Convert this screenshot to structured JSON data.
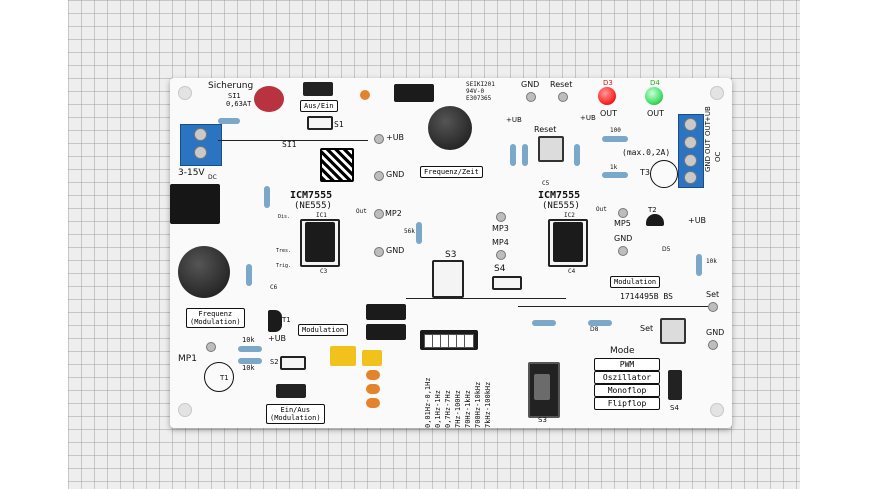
{
  "labels": {
    "sicherung": "Sicherung",
    "si1": "SI1",
    "fuse_rating": "0,63AT",
    "aus_ein": "Aus/Ein",
    "s1": "S1",
    "ub_plus": "+UB",
    "si1b": "SI1",
    "supply_range": "3-15V",
    "dc": "DC",
    "gnd": "GND",
    "reset": "Reset",
    "d3": "D3",
    "d4": "D4",
    "out": "OUT",
    "frequenz_zeit": "Frequenz/Zeit",
    "ic_name": "ICM7555",
    "ic_alt": "(NE555)",
    "ic1": "IC1",
    "ic2": "IC2",
    "mp2": "MP2",
    "mp3": "MP3",
    "mp4": "MP4",
    "mp5": "MP5",
    "mp1": "MP1",
    "s3": "S3",
    "s4": "S4",
    "s2": "S2",
    "t1": "T1",
    "t2": "T2",
    "t3": "T3",
    "max_current": "(max.0,2A)",
    "r100": "100",
    "r1k": "1k",
    "r10k": "10k",
    "r56k": "56k",
    "modulation": "Modulation",
    "board_id": "1714495B BS",
    "set": "Set",
    "frequenz_modulation": [
      "Frequenz",
      "(Modulation)"
    ],
    "ein_aus_modulation": [
      "Ein/Aus",
      "(Modulation)"
    ],
    "mode": "Mode",
    "modes": [
      "PWM",
      "Oszillator",
      "Monoflop",
      "Flipflop"
    ],
    "freq_ranges": [
      "0,01Hz-0,1Hz",
      "0,1Hz-1Hz",
      "0,7Hz-7Hz",
      "7Hz-100Hz",
      "70Hz-1kHz",
      "700Hz-10kHz",
      "7kHz-100kHz"
    ],
    "terminal_right": [
      "GND",
      "OUT",
      "OUT",
      "+UB"
    ],
    "oc": "OC",
    "mfg": [
      "SEIKI201",
      "94V-0",
      "E307365"
    ],
    "pins": [
      "Dis.",
      "Tres.",
      "Trig.",
      "Out"
    ],
    "c5": "C5",
    "c3": "C3",
    "c4": "C4",
    "c6": "C6",
    "d5": "D5",
    "d8": "D8"
  },
  "colors": {
    "paper": "#eeeeee",
    "board": "#fafafa",
    "terminal_blue": "#2b74c2",
    "led_red": "#ff2a2a",
    "led_green": "#44e06a",
    "fuse_red": "#b8323f",
    "cap_yellow": "#f1c21b",
    "cap_orange": "#e3832c"
  }
}
